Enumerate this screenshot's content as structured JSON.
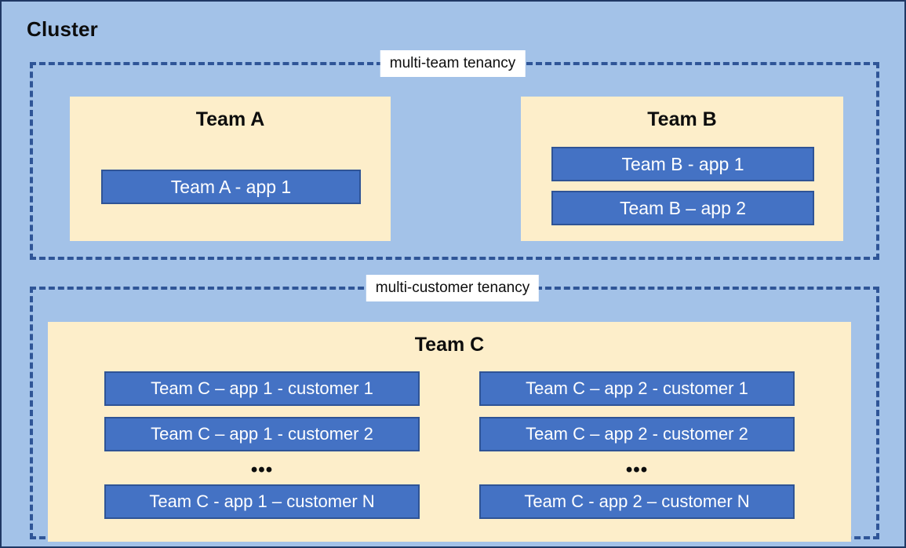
{
  "diagram": {
    "title": "Cluster",
    "colors": {
      "canvas_background": "#a3c2e8",
      "canvas_border": "#1f3864",
      "group_dashed_border": "#2f5597",
      "team_panel_fill": "#fdeeca",
      "app_box_fill": "#4472c4",
      "app_box_border": "#2f5496",
      "app_box_text": "#ffffff",
      "label_chip_background": "#ffffff",
      "heading_text": "#0d0d0d"
    },
    "groups": [
      {
        "id": "multi-team",
        "label": "multi-team tenancy",
        "teams": [
          {
            "id": "team-a",
            "heading": "Team A",
            "apps": [
              {
                "label": "Team A - app 1"
              }
            ]
          },
          {
            "id": "team-b",
            "heading": "Team B",
            "apps": [
              {
                "label": "Team B - app 1"
              },
              {
                "label": "Team B – app 2"
              }
            ]
          }
        ]
      },
      {
        "id": "multi-customer",
        "label": "multi-customer tenancy",
        "teams": [
          {
            "id": "team-c",
            "heading": "Team C",
            "columns": [
              {
                "id": "team-c-app1",
                "apps": [
                  {
                    "label": "Team C – app 1 - customer 1"
                  },
                  {
                    "label": "Team C – app 1 - customer 2"
                  }
                ],
                "ellipsis": "•••",
                "apps_after": [
                  {
                    "label": "Team C - app 1 – customer N"
                  }
                ]
              },
              {
                "id": "team-c-app2",
                "apps": [
                  {
                    "label": "Team C – app 2 - customer 1"
                  },
                  {
                    "label": "Team C – app 2 - customer 2"
                  }
                ],
                "ellipsis": "•••",
                "apps_after": [
                  {
                    "label": "Team C - app 2 – customer N"
                  }
                ]
              }
            ]
          }
        ]
      }
    ]
  }
}
